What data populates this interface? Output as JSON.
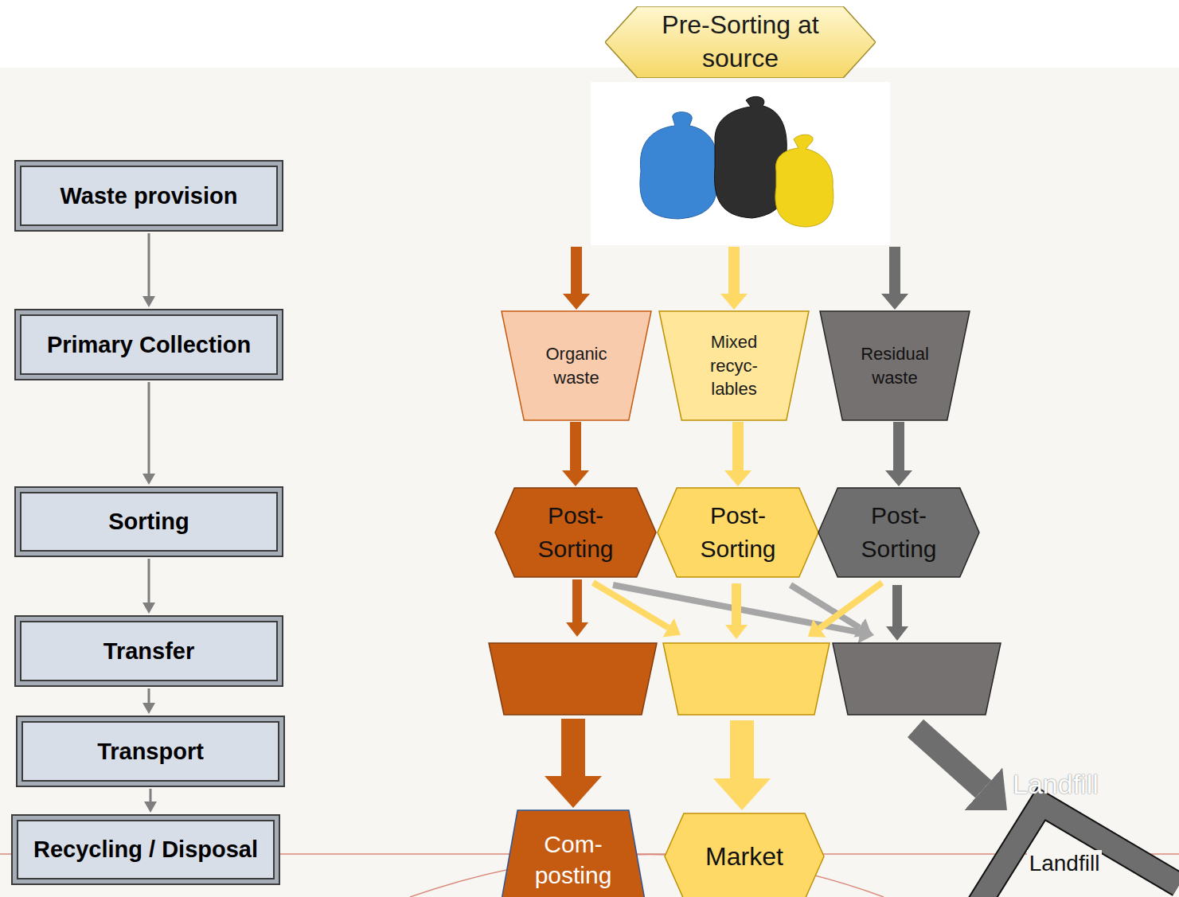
{
  "diagram": {
    "nodes": [
      {
        "text": [
          "Waste provision"
        ]
      },
      {
        "text": [
          "Primary Collection"
        ]
      },
      {
        "text": [
          "Sorting"
        ]
      },
      {
        "text": [
          "Transfer"
        ]
      },
      {
        "text": [
          "Transport"
        ]
      },
      {
        "text": [
          "Recycling / Disposal"
        ]
      },
      {
        "text": [
          "Pre-Sorting at source"
        ]
      },
      {
        "text": [
          "Organic waste"
        ]
      },
      {
        "text": [
          "Mixed recyc- lables"
        ]
      },
      {
        "text": [
          "Residual waste"
        ]
      },
      {
        "text": [
          "Post- Sorting"
        ]
      },
      {
        "text": [
          "Post- Sorting"
        ]
      },
      {
        "text": [
          "Post- Sorting"
        ]
      },
      {
        "text": [
          "Com- posting"
        ]
      },
      {
        "text": [
          "Market"
        ]
      },
      {
        "text": [
          "Landfill"
        ]
      }
    ],
    "edges": [
      {
        "from": 0,
        "to": 1,
        "arrow": "to"
      },
      {
        "from": 1,
        "to": 2,
        "arrow": "to"
      },
      {
        "from": 2,
        "to": 3,
        "arrow": "to"
      },
      {
        "from": 3,
        "to": 4,
        "arrow": "to"
      },
      {
        "from": 4,
        "to": 5,
        "arrow": "to"
      },
      {
        "from": 6,
        "to": 7,
        "arrow": "to"
      },
      {
        "from": 6,
        "to": 8,
        "arrow": "to"
      },
      {
        "from": 6,
        "to": 9,
        "arrow": "to"
      },
      {
        "from": 7,
        "to": 10,
        "arrow": "to"
      },
      {
        "from": 8,
        "to": 11,
        "arrow": "to"
      },
      {
        "from": 9,
        "to": 12,
        "arrow": "to"
      }
    ],
    "labels": [
      "Landfill"
    ]
  }
}
